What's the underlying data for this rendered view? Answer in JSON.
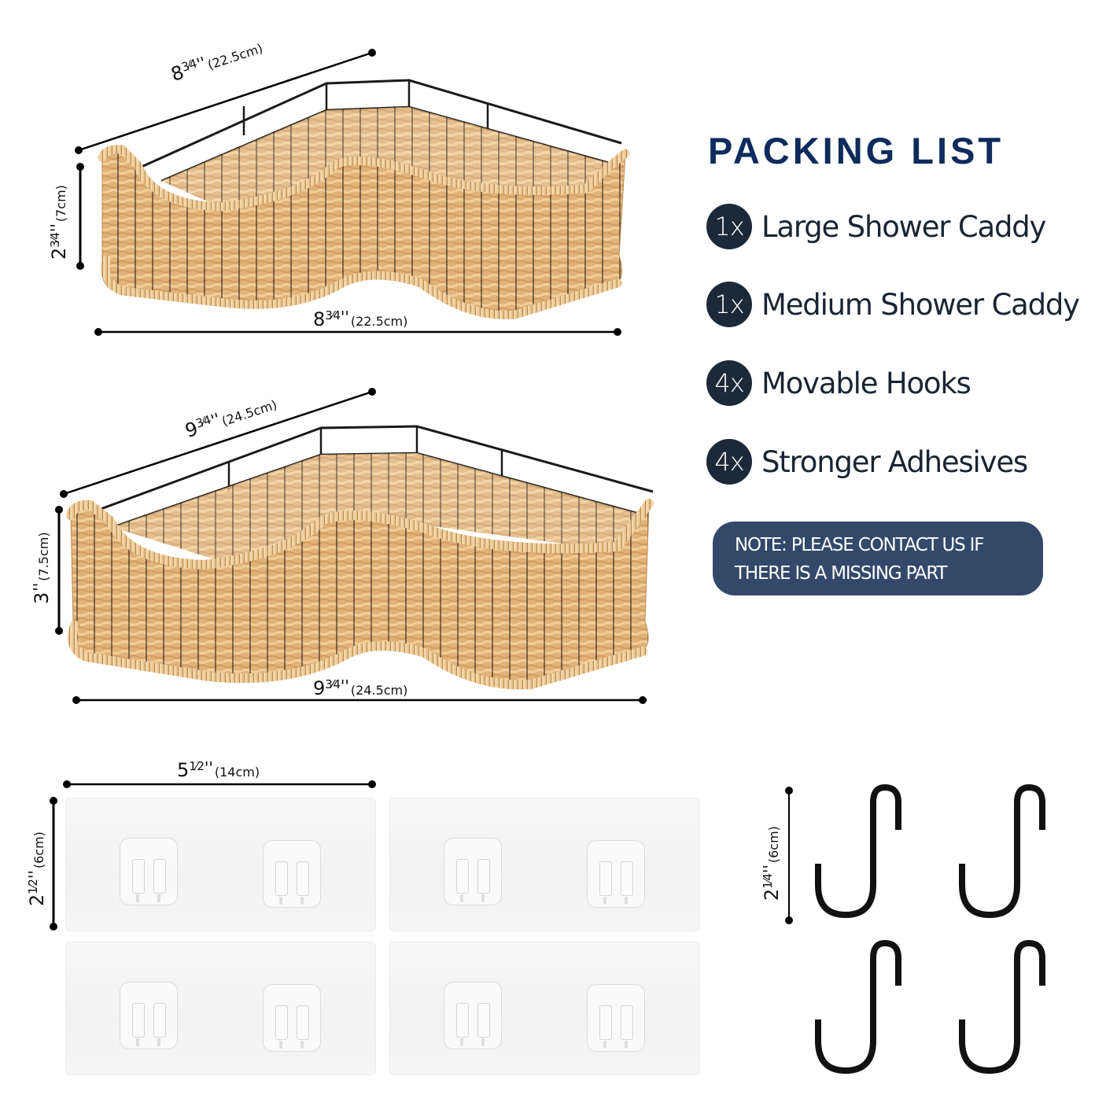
{
  "packing_list": {
    "title": "PACKING LIST",
    "items": [
      {
        "qty": "1x",
        "label": "Large Shower Caddy"
      },
      {
        "qty": "1x",
        "label": "Medium Shower Caddy"
      },
      {
        "qty": "4x",
        "label": "Movable Hooks"
      },
      {
        "qty": "4x",
        "label": "Stronger Adhesives"
      }
    ],
    "note_line1": "NOTE: PLEASE CONTACT US IF",
    "note_line2": "THERE IS A MISSING PART"
  },
  "colors": {
    "title": "#0e2b5c",
    "badge": "#1c2939",
    "note_bg": "#33496a",
    "wicker": "#e2b57c",
    "wire": "#1a1a1a"
  },
  "products": {
    "medium_caddy": {
      "top_width": {
        "whole": "8",
        "frac": "3⁄4",
        "mark": "''",
        "cm": "(22.5cm)"
      },
      "height": {
        "whole": "2",
        "frac": "3⁄4",
        "mark": "''",
        "cm": "(7cm)"
      },
      "bottom_width": {
        "whole": "8",
        "frac": "3⁄4",
        "mark": "''",
        "cm": "(22.5cm)"
      }
    },
    "large_caddy": {
      "top_width": {
        "whole": "9",
        "frac": "3⁄4",
        "mark": "''",
        "cm": "(24.5cm)"
      },
      "height": {
        "whole": "3",
        "frac": "",
        "mark": "''",
        "cm": "(7.5cm)"
      },
      "bottom_width": {
        "whole": "9",
        "frac": "3⁄4",
        "mark": "''",
        "cm": "(24.5cm)"
      }
    },
    "adhesive": {
      "width": {
        "whole": "5",
        "frac": "1⁄2",
        "mark": "''",
        "cm": "(14cm)"
      },
      "height": {
        "whole": "2",
        "frac": "1⁄2",
        "mark": "''",
        "cm": "(6cm)"
      },
      "count": 4
    },
    "hook": {
      "height": {
        "whole": "2",
        "frac": "1⁄4",
        "mark": "''",
        "cm": "(6cm)"
      },
      "count": 4
    }
  }
}
